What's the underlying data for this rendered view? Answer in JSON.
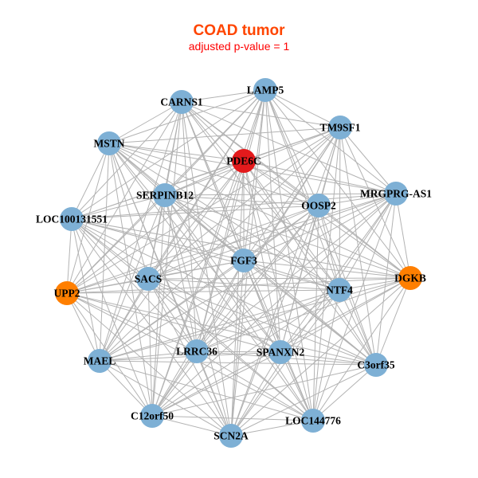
{
  "header": {
    "title": "COAD tumor",
    "subtitle": "adjusted p-value = 1"
  },
  "colors": {
    "title": "#ff4500",
    "subtitle": "#ff0000",
    "edge": "#b3b3b3",
    "node_default": "#7eb0d5",
    "node_highlight_red": "#e31a1c",
    "node_highlight_orange": "#ff7f00",
    "label": "#000000"
  },
  "network": {
    "edge_mode": "complete",
    "nodes": [
      {
        "id": "LAMP5",
        "group": "default"
      },
      {
        "id": "CARNS1",
        "group": "default"
      },
      {
        "id": "TM9SF1",
        "group": "default"
      },
      {
        "id": "MSTN",
        "group": "default"
      },
      {
        "id": "PDE6C",
        "group": "highlight_red"
      },
      {
        "id": "SERPINB12",
        "group": "default"
      },
      {
        "id": "MRGPRG-AS1",
        "group": "default"
      },
      {
        "id": "OOSP2",
        "group": "default"
      },
      {
        "id": "LOC100131551",
        "group": "default"
      },
      {
        "id": "FGF3",
        "group": "default"
      },
      {
        "id": "SACS",
        "group": "default"
      },
      {
        "id": "DGKB",
        "group": "highlight_orange"
      },
      {
        "id": "UPP2",
        "group": "highlight_orange"
      },
      {
        "id": "NTF4",
        "group": "default"
      },
      {
        "id": "MAEL",
        "group": "default"
      },
      {
        "id": "LRRC36",
        "group": "default"
      },
      {
        "id": "SPANXN2",
        "group": "default"
      },
      {
        "id": "C3orf35",
        "group": "default"
      },
      {
        "id": "C12orf50",
        "group": "default"
      },
      {
        "id": "LOC144776",
        "group": "default"
      },
      {
        "id": "SCN2A",
        "group": "default"
      }
    ]
  }
}
